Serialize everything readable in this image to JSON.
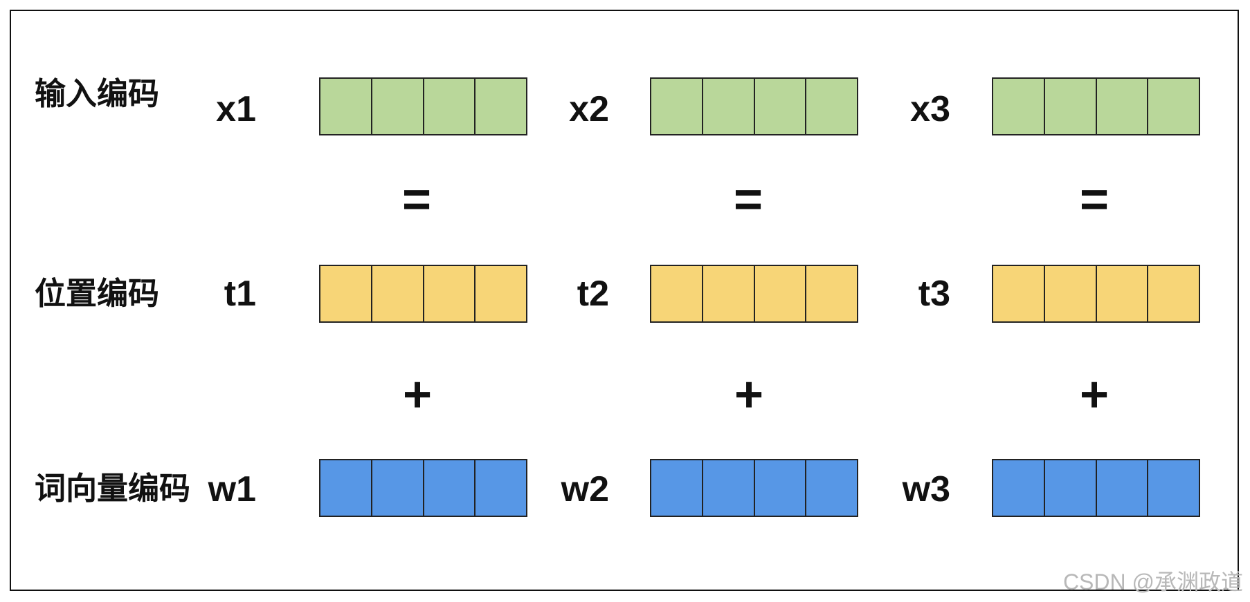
{
  "rows": [
    {
      "label": "输入编码",
      "color": "#b9d79a",
      "vars": [
        "x1",
        "x2",
        "x3"
      ]
    },
    {
      "label": "位置编码",
      "color": "#f7d577",
      "vars": [
        "t1",
        "t2",
        "t3"
      ]
    },
    {
      "label": "词向量编码",
      "color": "#5797e6",
      "vars": [
        "w1",
        "w2",
        "w3"
      ]
    }
  ],
  "operators": {
    "equals": "=",
    "plus": "+"
  },
  "vector_cells": 4,
  "watermark": "CSDN @承渊政道"
}
